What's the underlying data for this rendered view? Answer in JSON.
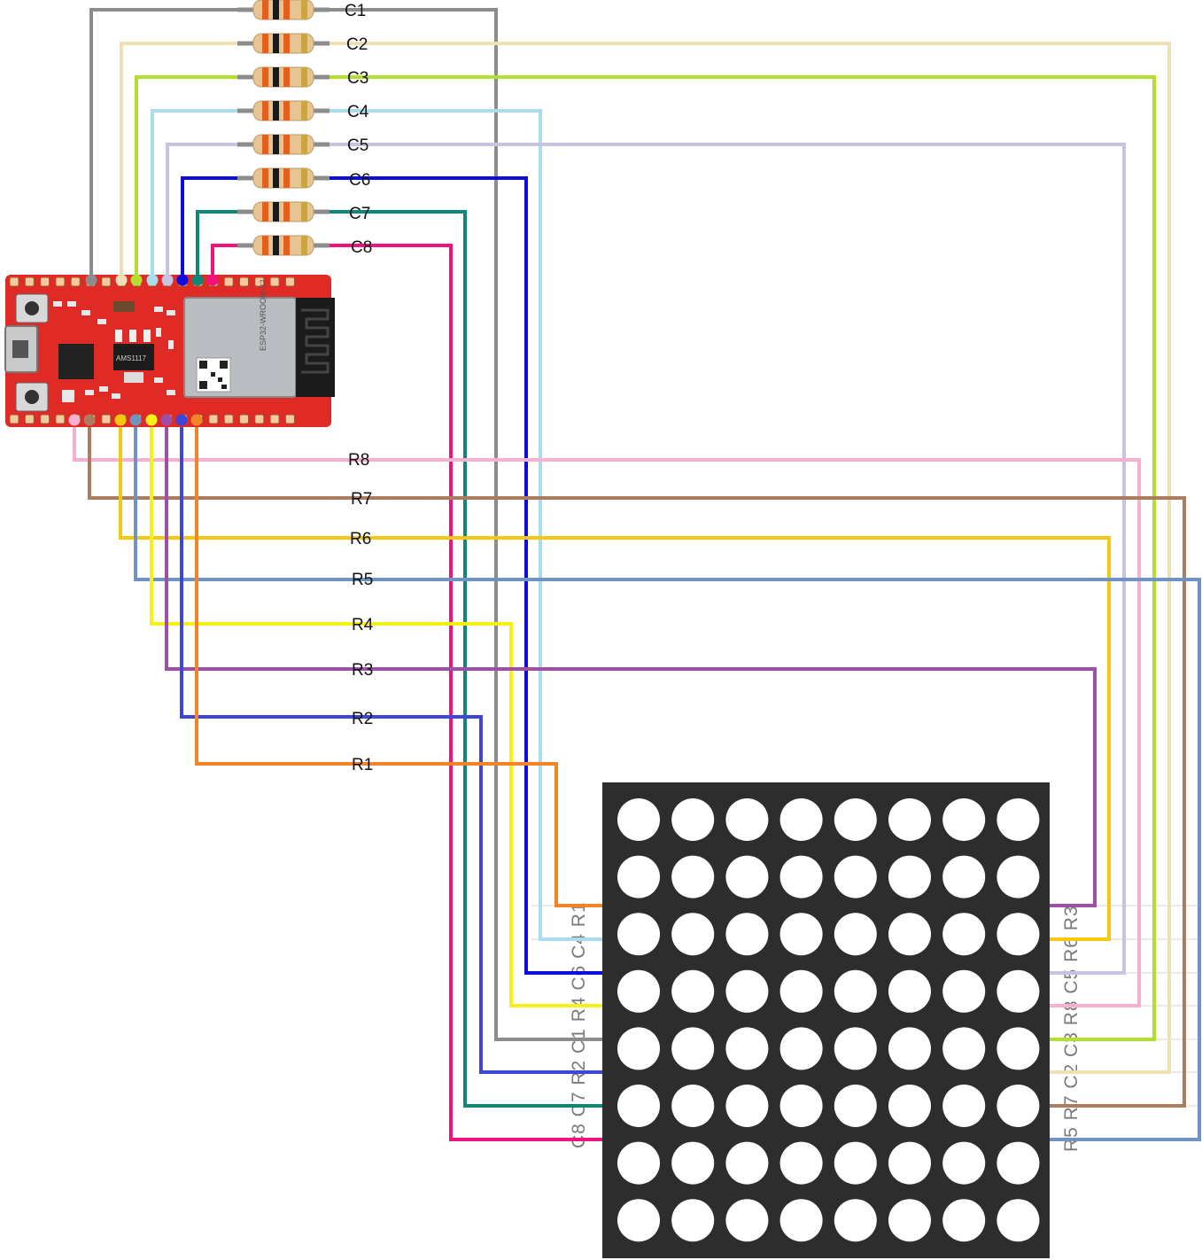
{
  "column_wires": [
    {
      "label": "C1",
      "color": "#8c8c8c"
    },
    {
      "label": "C2",
      "color": "#efe0b4"
    },
    {
      "label": "C3",
      "color": "#b2df2b"
    },
    {
      "label": "C4",
      "color": "#a9dcee"
    },
    {
      "label": "C5",
      "color": "#c9c3e3"
    },
    {
      "label": "C6",
      "color": "#0d0de0"
    },
    {
      "label": "C7",
      "color": "#0f8778"
    },
    {
      "label": "C8",
      "color": "#f0137e"
    }
  ],
  "row_wires": [
    {
      "label": "R8",
      "color": "#f7b0cf"
    },
    {
      "label": "R7",
      "color": "#ad7c5f"
    },
    {
      "label": "R6",
      "color": "#f5c70f"
    },
    {
      "label": "R5",
      "color": "#6e93c4"
    },
    {
      "label": "R4",
      "color": "#f7f016"
    },
    {
      "label": "R3",
      "color": "#9f4fa8"
    },
    {
      "label": "R2",
      "color": "#3d46d8"
    },
    {
      "label": "R1",
      "color": "#f28427"
    }
  ],
  "matrix": {
    "rows": 8,
    "cols": 8,
    "left_pins": [
      "C8",
      "C7",
      "R2",
      "C1",
      "R4",
      "C6",
      "C4",
      "R1"
    ],
    "right_pins": [
      "R5",
      "R7",
      "C2",
      "C3",
      "R8",
      "C5",
      "R6",
      "R3"
    ],
    "body_color": "#2d2d2d",
    "dot_color": "#ffffff"
  },
  "board": {
    "color": "#e02a25",
    "module_label": "ESP32-WROOM-32",
    "regulator_label": "AMS1117"
  }
}
